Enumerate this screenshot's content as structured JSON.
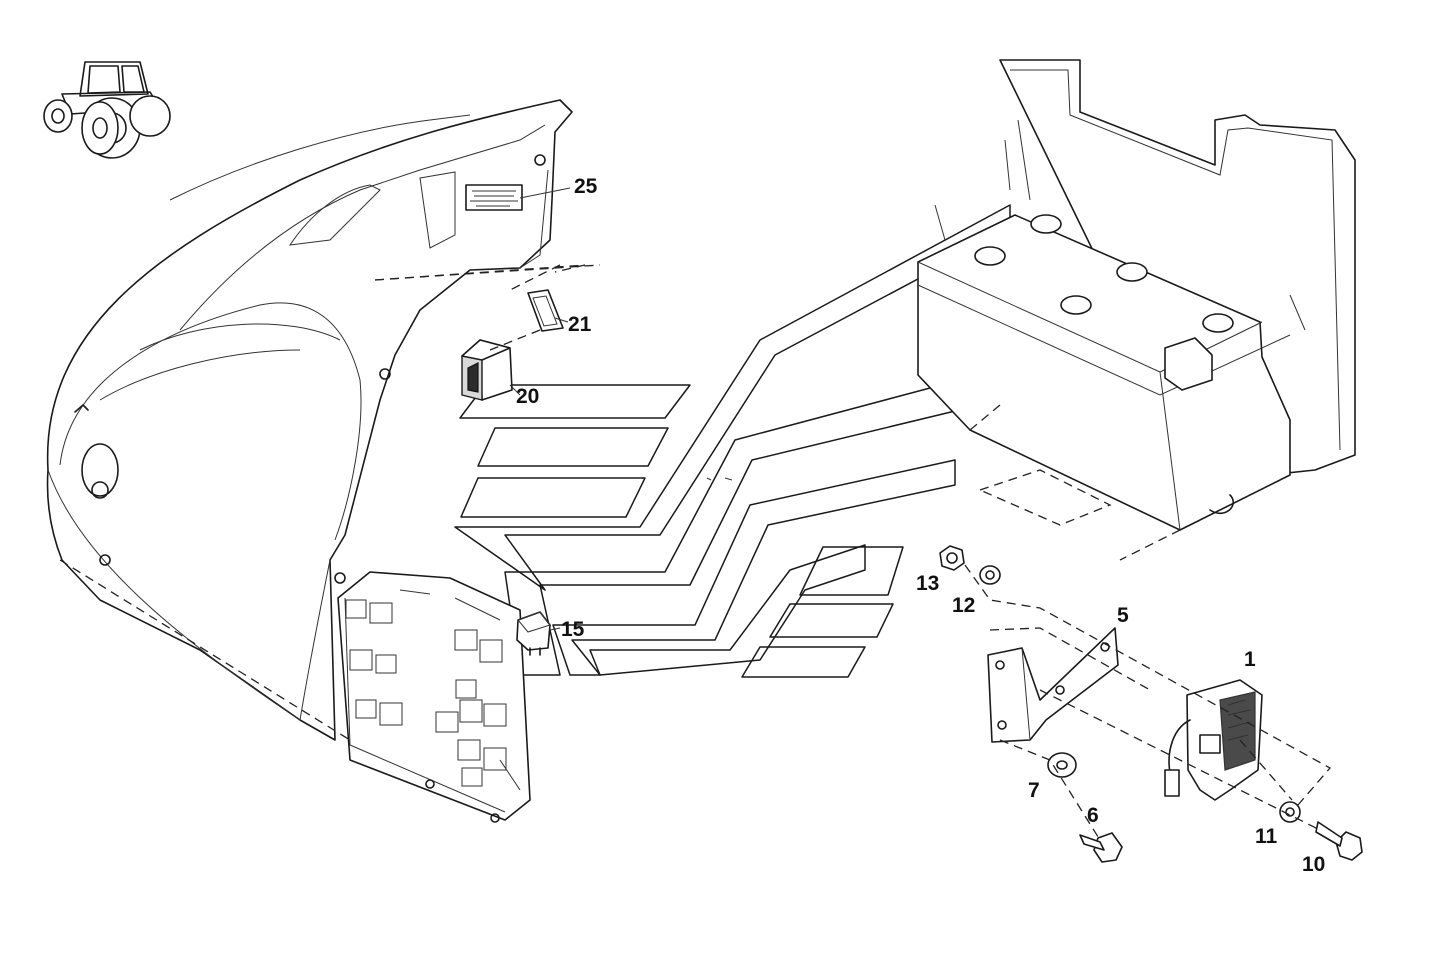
{
  "diagram": {
    "callouts": [
      {
        "id": "c25",
        "label": "25"
      },
      {
        "id": "c21",
        "label": "21"
      },
      {
        "id": "c20",
        "label": "20"
      },
      {
        "id": "c15",
        "label": "15"
      },
      {
        "id": "c13",
        "label": "13"
      },
      {
        "id": "c12",
        "label": "12"
      },
      {
        "id": "c5",
        "label": "5"
      },
      {
        "id": "c1",
        "label": "1"
      },
      {
        "id": "c7",
        "label": "7"
      },
      {
        "id": "c6",
        "label": "6"
      },
      {
        "id": "c11",
        "label": "11"
      },
      {
        "id": "c10",
        "label": "10"
      }
    ],
    "parts": [
      {
        "name": "tractor-icon"
      },
      {
        "name": "instrument-cover-panel"
      },
      {
        "name": "warning-label"
      },
      {
        "name": "switch-cover"
      },
      {
        "name": "switch"
      },
      {
        "name": "fuse-relay-box"
      },
      {
        "name": "relay"
      },
      {
        "name": "battery-with-bracket"
      },
      {
        "name": "nut"
      },
      {
        "name": "washer"
      },
      {
        "name": "mounting-bracket"
      },
      {
        "name": "battery-disconnect-switch"
      },
      {
        "name": "bolt"
      }
    ],
    "colors": {
      "line": "#1a1a1a",
      "background": "#ffffff"
    }
  }
}
